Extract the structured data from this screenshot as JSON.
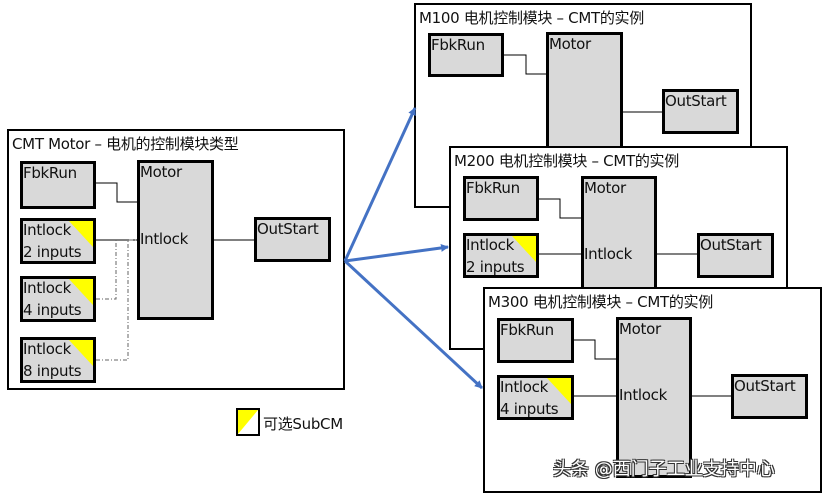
{
  "type_frame": {
    "title": "CMT Motor – 电机的控制模块类型",
    "fbkrun": "FbkRun",
    "motor": "Motor",
    "motor_port": "Intlock",
    "outstart": "OutStart",
    "intlocks": [
      {
        "line1": "Intlock",
        "line2": "2 inputs",
        "optional": true
      },
      {
        "line1": "Intlock",
        "line2": "4 inputs",
        "optional": true
      },
      {
        "line1": "Intlock",
        "line2": "8 inputs",
        "optional": true
      }
    ]
  },
  "instances": [
    {
      "title": "M100 电机控制模块 – CMT的实例",
      "fbkrun": "FbkRun",
      "motor": "Motor",
      "outstart": "OutStart"
    },
    {
      "title": "M200 电机控制模块 – CMT的实例",
      "fbkrun": "FbkRun",
      "motor": "Motor",
      "motor_port": "Intlock",
      "outstart": "OutStart",
      "intlock": {
        "line1": "Intlock",
        "line2": "2 inputs"
      }
    },
    {
      "title": "M300 电机控制模块 – CMT的实例",
      "fbkrun": "FbkRun",
      "motor": "Motor",
      "motor_port": "Intlock",
      "outstart": "OutStart",
      "intlock": {
        "line1": "Intlock",
        "line2": "4 inputs"
      }
    }
  ],
  "legend": {
    "label": "可选SubCM"
  },
  "watermark": "头条 @西门子工业支持中心",
  "colors": {
    "arrow": "#4472C4",
    "block_fill": "#d9d9d9",
    "optional_marker": "#ffff00"
  }
}
